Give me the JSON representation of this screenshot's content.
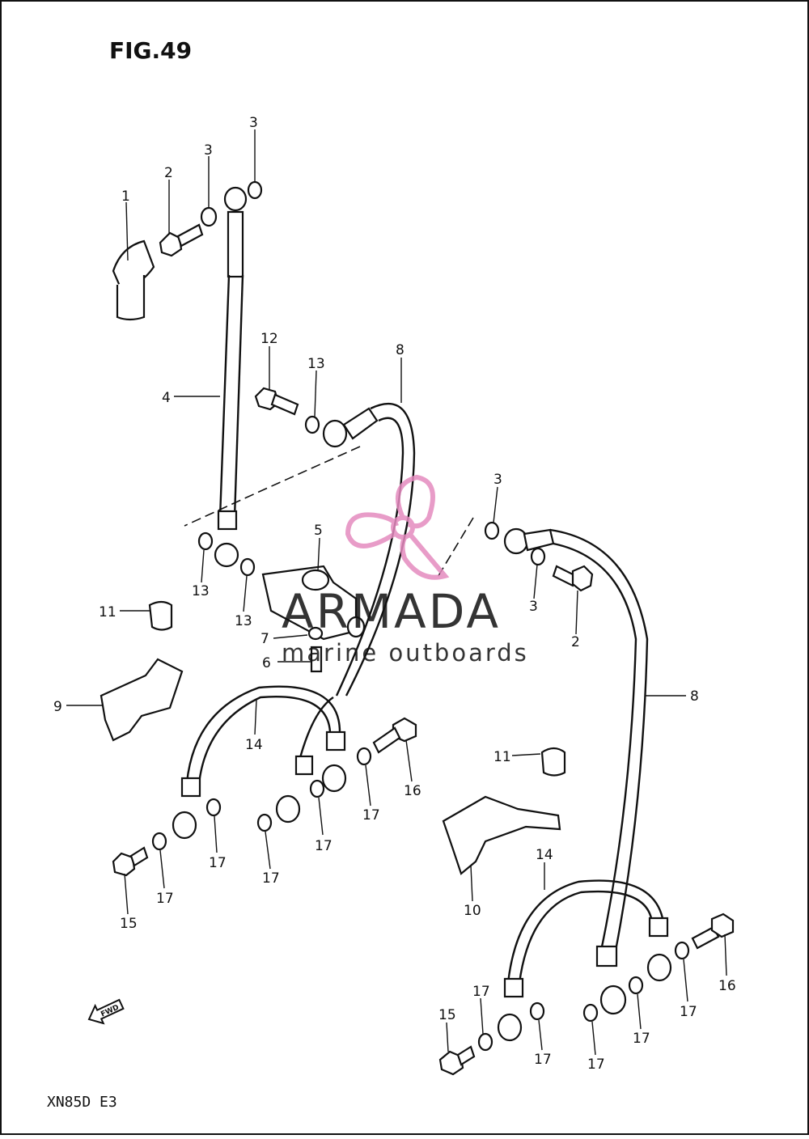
{
  "figure": {
    "title": "FIG.49",
    "model_code": "XN85D E3",
    "fwd_label": "FWD"
  },
  "watermark": {
    "brand": "ARMADA",
    "tagline": "marine outboards",
    "logo_color": "#e58bbf",
    "text_color": "#9a9a9a"
  },
  "callouts": [
    {
      "id": "c-1",
      "label": "1"
    },
    {
      "id": "c-2a",
      "label": "2"
    },
    {
      "id": "c-3a",
      "label": "3"
    },
    {
      "id": "c-3b",
      "label": "3"
    },
    {
      "id": "c-4",
      "label": "4"
    },
    {
      "id": "c-12",
      "label": "12"
    },
    {
      "id": "c-13a",
      "label": "13"
    },
    {
      "id": "c-8a",
      "label": "8"
    },
    {
      "id": "c-3c",
      "label": "3"
    },
    {
      "id": "c-5",
      "label": "5"
    },
    {
      "id": "c-13b",
      "label": "13"
    },
    {
      "id": "c-13c",
      "label": "13"
    },
    {
      "id": "c-3d",
      "label": "3"
    },
    {
      "id": "c-2b",
      "label": "2"
    },
    {
      "id": "c-11a",
      "label": "11"
    },
    {
      "id": "c-7",
      "label": "7"
    },
    {
      "id": "c-6",
      "label": "6"
    },
    {
      "id": "c-9",
      "label": "9"
    },
    {
      "id": "c-14a",
      "label": "14"
    },
    {
      "id": "c-8b",
      "label": "8"
    },
    {
      "id": "c-11b",
      "label": "11"
    },
    {
      "id": "c-16a",
      "label": "16"
    },
    {
      "id": "c-17a",
      "label": "17"
    },
    {
      "id": "c-17b",
      "label": "17"
    },
    {
      "id": "c-17c",
      "label": "17"
    },
    {
      "id": "c-17d",
      "label": "17"
    },
    {
      "id": "c-17e",
      "label": "17"
    },
    {
      "id": "c-15a",
      "label": "15"
    },
    {
      "id": "c-10",
      "label": "10"
    },
    {
      "id": "c-14b",
      "label": "14"
    },
    {
      "id": "c-16b",
      "label": "16"
    },
    {
      "id": "c-17f",
      "label": "17"
    },
    {
      "id": "c-17g",
      "label": "17"
    },
    {
      "id": "c-17h",
      "label": "17"
    },
    {
      "id": "c-17i",
      "label": "17"
    },
    {
      "id": "c-17j",
      "label": "17"
    },
    {
      "id": "c-15b",
      "label": "15"
    }
  ]
}
